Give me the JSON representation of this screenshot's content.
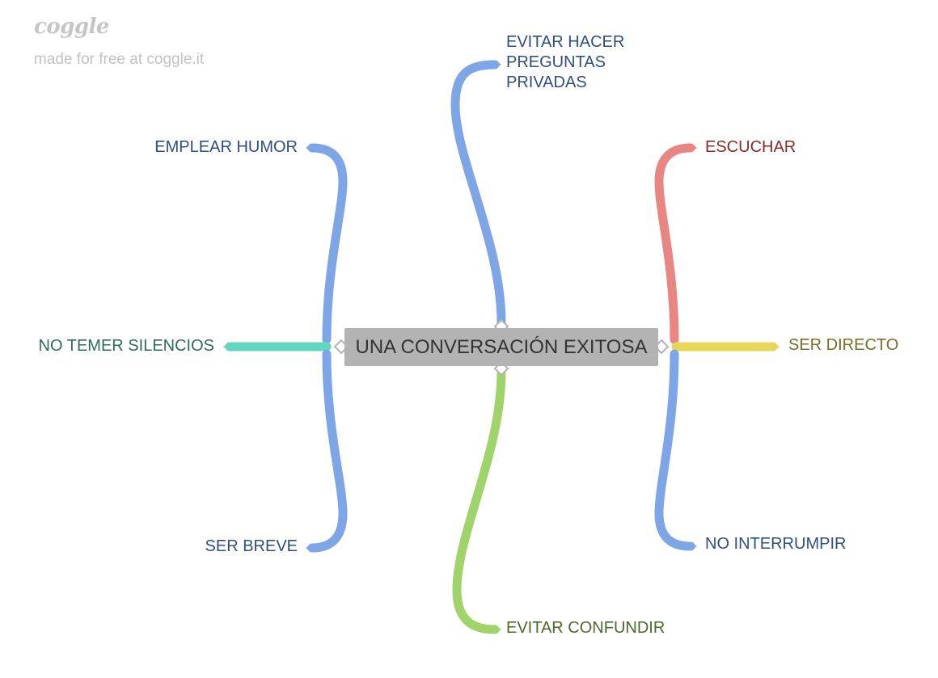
{
  "brand": {
    "logo": "coggle",
    "tagline": "made for free at coggle.it"
  },
  "root": {
    "label": "UNA CONVERSACIÓN EXITOSA"
  },
  "branches": [
    {
      "id": "evitar-hacer-preguntas-privadas",
      "label": "EVITAR HACER\nPREGUNTAS\nPRIVADAS",
      "color": "#7ea6e6",
      "text_color": "#2f4f7f"
    },
    {
      "id": "emplear-humor",
      "label": "EMPLEAR HUMOR",
      "color": "#7ea6e6",
      "text_color": "#2f4f7f"
    },
    {
      "id": "escuchar",
      "label": "ESCUCHAR",
      "color": "#e78682",
      "text_color": "#8a2b2b"
    },
    {
      "id": "no-temer-silencios",
      "label": "NO TEMER SILENCIOS",
      "color": "#63d6c0",
      "text_color": "#2e6b5e"
    },
    {
      "id": "ser-directo",
      "label": "SER DIRECTO",
      "color": "#e8d65a",
      "text_color": "#7a6d26"
    },
    {
      "id": "ser-breve",
      "label": "SER BREVE",
      "color": "#7ea6e6",
      "text_color": "#2f4f7f"
    },
    {
      "id": "no-interrumpir",
      "label": "NO INTERRUMPIR",
      "color": "#7ea6e6",
      "text_color": "#2f4f7f"
    },
    {
      "id": "evitar-confundir",
      "label": "EVITAR CONFUNDIR",
      "color": "#9fd46a",
      "text_color": "#4b6a2a"
    }
  ]
}
